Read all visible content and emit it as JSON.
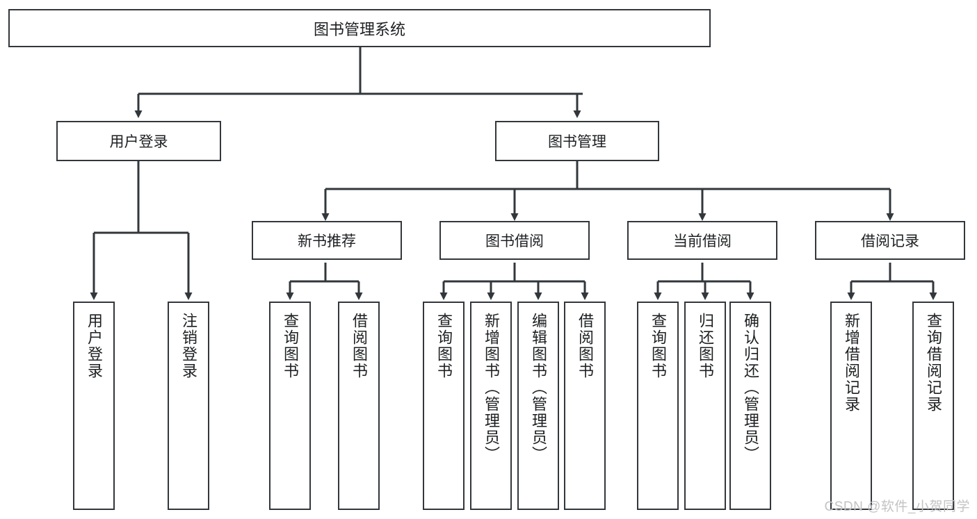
{
  "diagram": {
    "title": "图书管理系统",
    "watermark": "CSDN @软件_小贺同学",
    "stroke_color": "#32373b",
    "text_color": "#1d1f21",
    "background_color": "#ffffff",
    "nodes": {
      "root": "图书管理系统",
      "user_login": "用户登录",
      "book_manage": "图书管理",
      "new_book_recommend": "新书推荐",
      "book_borrow": "图书借阅",
      "current_borrow": "当前借阅",
      "borrow_record": "借阅记录",
      "leaf_user_login": "用户登录",
      "leaf_logout_login": "注销登录",
      "leaf_query_book_1": "查询图书",
      "leaf_borrow_book_1": "借阅图书",
      "leaf_query_book_2": "查询图书",
      "leaf_add_book_admin": "新增图书（管理员）",
      "leaf_edit_book_admin": "编辑图书（管理员）",
      "leaf_borrow_book_2": "借阅图书",
      "leaf_query_book_3": "查询图书",
      "leaf_return_book": "归还图书",
      "leaf_confirm_return_admin": "确认归还（管理员）",
      "leaf_add_borrow_record": "新增借阅记录",
      "leaf_query_borrow_record": "查询借阅记录"
    }
  }
}
